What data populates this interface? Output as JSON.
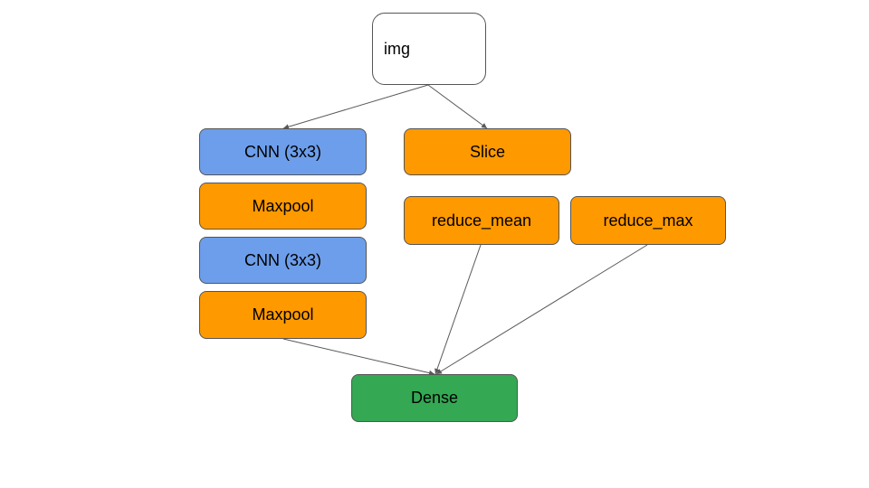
{
  "colors": {
    "blue": "#6d9eeb",
    "orange": "#ff9900",
    "green": "#34a853",
    "white": "#ffffff",
    "edge": "#595959"
  },
  "nodes": {
    "img": {
      "label": "img",
      "color": "white"
    },
    "cnn1": {
      "label": "CNN (3x3)",
      "color": "blue"
    },
    "maxpool1": {
      "label": "Maxpool",
      "color": "orange"
    },
    "cnn2": {
      "label": "CNN (3x3)",
      "color": "blue"
    },
    "maxpool2": {
      "label": "Maxpool",
      "color": "orange"
    },
    "slice": {
      "label": "Slice",
      "color": "orange"
    },
    "reduce_mean": {
      "label": "reduce_mean",
      "color": "orange"
    },
    "reduce_max": {
      "label": "reduce_max",
      "color": "orange"
    },
    "dense": {
      "label": "Dense",
      "color": "green"
    }
  },
  "edges": [
    {
      "from": "img",
      "to": "cnn1"
    },
    {
      "from": "img",
      "to": "slice"
    },
    {
      "from": "maxpool2",
      "to": "dense"
    },
    {
      "from": "reduce_mean",
      "to": "dense"
    },
    {
      "from": "reduce_max",
      "to": "dense"
    }
  ]
}
